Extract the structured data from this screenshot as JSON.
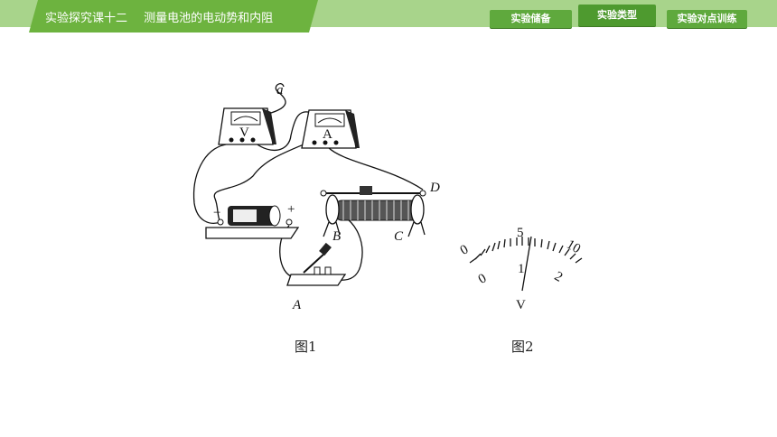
{
  "header": {
    "title_part1": "实验探究课十二",
    "title_part2": "测量电池的电动势和内阻",
    "nav": [
      {
        "label": "实验储备"
      },
      {
        "label": "实验类型"
      },
      {
        "label": "实验对点训练"
      }
    ],
    "active_nav": "实验类型",
    "bar_color": "#a8d48b",
    "accent_color": "#5fa93d"
  },
  "figure1": {
    "caption": "图1",
    "point_labels": {
      "a": "a",
      "b": "B",
      "c": "C",
      "d": "D",
      "switch": "A"
    },
    "voltmeter_face": "V",
    "ammeter_face": "A",
    "battery_minus": "−",
    "battery_plus": "+"
  },
  "figure2": {
    "caption": "图2",
    "upper_scale": [
      "0",
      "5",
      "10"
    ],
    "lower_scale": [
      "0",
      "1",
      "2"
    ],
    "unit": "V"
  }
}
